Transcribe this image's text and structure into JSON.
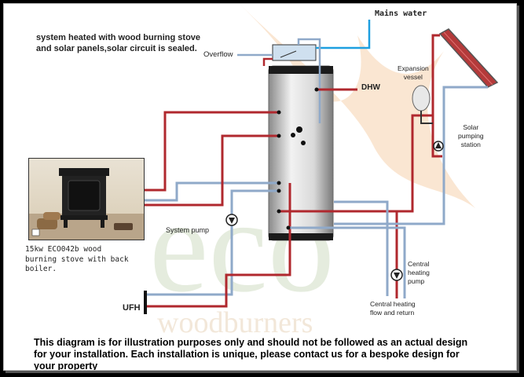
{
  "header": {
    "title_line1": "system heated with  wood burning stove",
    "title_line2": "and solar panels,solar circuit is sealed."
  },
  "labels": {
    "mains_water": "Mains water",
    "overflow": "Overflow",
    "dhw": "DHW",
    "expansion_vessel": [
      "Expansion",
      "vessel"
    ],
    "solar_pumping_station": [
      "Solar",
      "pumping",
      "station"
    ],
    "system_pump": "System pump",
    "central_heating_pump": [
      "Central",
      "heating",
      "pump"
    ],
    "central_heating_flow": [
      "Central heating",
      "flow and return"
    ],
    "ufh": "UFH",
    "stove_caption": [
      "15kw ECO042b wood",
      "burning stove with back",
      "boiler."
    ]
  },
  "watermark": {
    "word1": "eco",
    "word2": "woodburners"
  },
  "disclaimer": "This diagram is for illustration purposes only and should not be followed as an actual design for your installation. Each installation is unique, please contact us for a bespoke design for your property",
  "colors": {
    "hot_pipe": "#b0282e",
    "cold_pipe": "#8fa9c9",
    "mains_pipe": "#1e9fe0",
    "watermark": "#d9e3cf",
    "flame": "#f3c9a0"
  }
}
